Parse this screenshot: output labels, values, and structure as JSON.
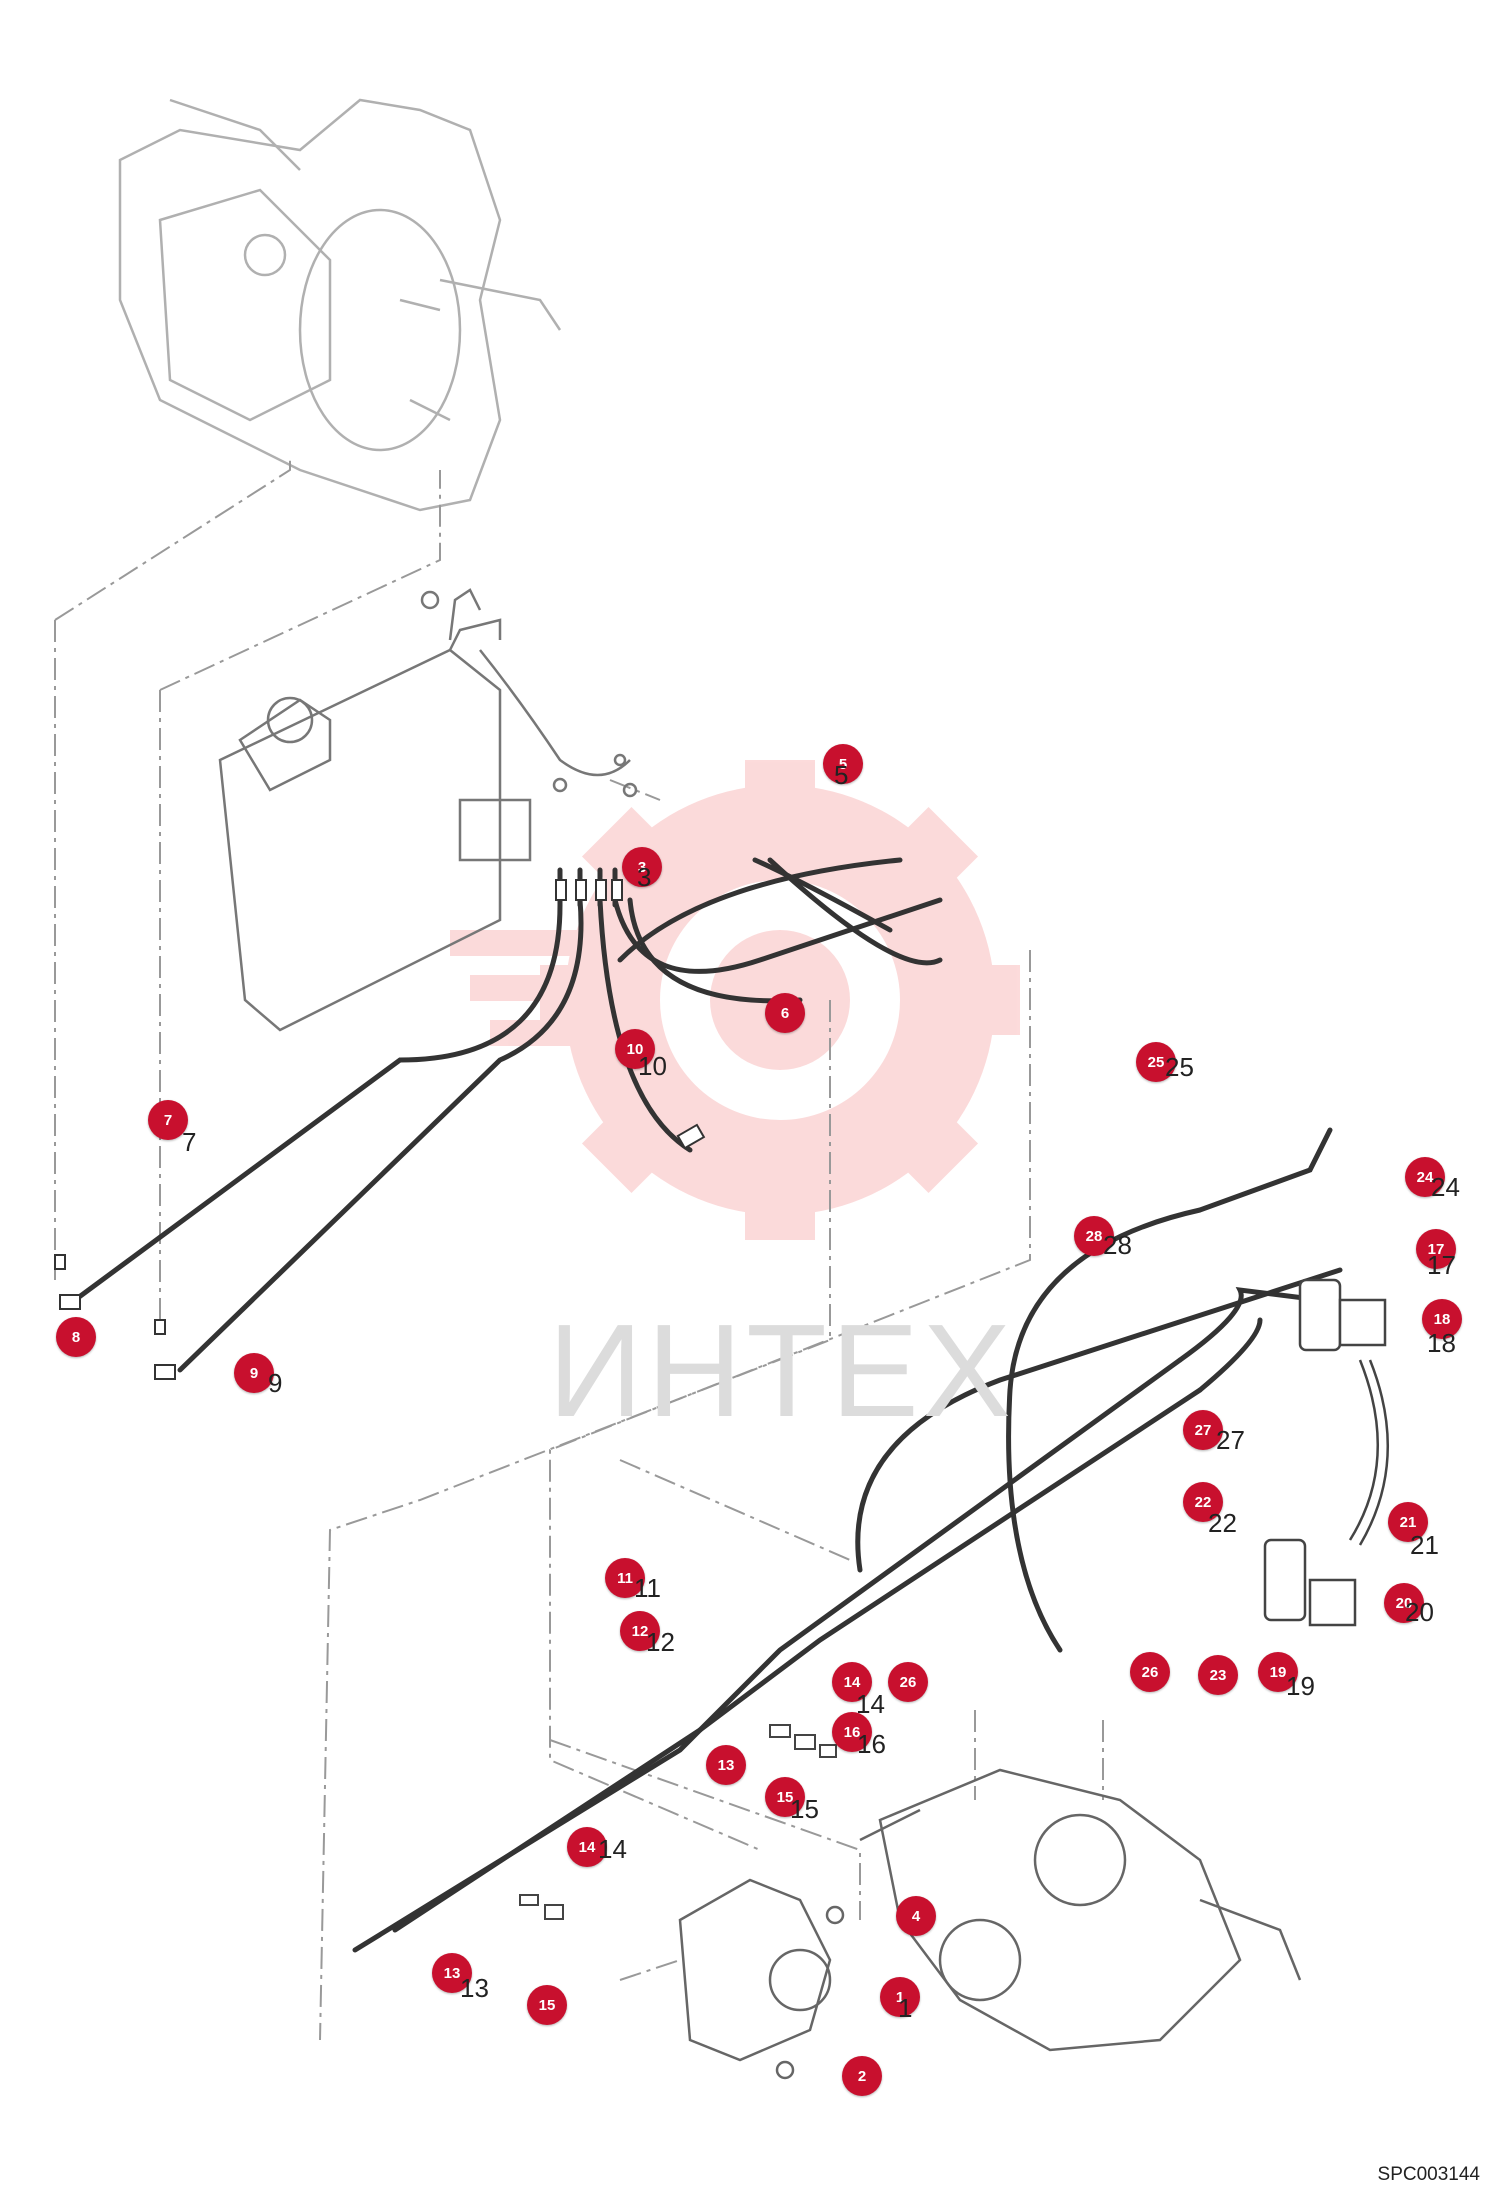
{
  "watermark": {
    "text": "ИНТЕХ",
    "color": "#f05a5a"
  },
  "doc_code": "SPC003144",
  "badge_color": "#c8102e",
  "parts": [
    {
      "id": "1",
      "label": "1"
    },
    {
      "id": "2",
      "label": "2"
    },
    {
      "id": "3",
      "label": "3"
    },
    {
      "id": "4",
      "label": "4"
    },
    {
      "id": "5",
      "label": "5"
    },
    {
      "id": "6",
      "label": "6"
    },
    {
      "id": "7",
      "label": "7"
    },
    {
      "id": "8",
      "label": "8"
    },
    {
      "id": "9",
      "label": "9"
    },
    {
      "id": "10",
      "label": "10"
    },
    {
      "id": "11",
      "label": "11"
    },
    {
      "id": "12",
      "label": "12"
    },
    {
      "id": "13a",
      "label": "13"
    },
    {
      "id": "13b",
      "label": "13"
    },
    {
      "id": "14a",
      "label": "14"
    },
    {
      "id": "14b",
      "label": "14"
    },
    {
      "id": "15a",
      "label": "15"
    },
    {
      "id": "15b",
      "label": "15"
    },
    {
      "id": "16",
      "label": "16"
    },
    {
      "id": "17",
      "label": "17"
    },
    {
      "id": "18",
      "label": "18"
    },
    {
      "id": "19",
      "label": "19"
    },
    {
      "id": "20",
      "label": "20"
    },
    {
      "id": "21",
      "label": "21"
    },
    {
      "id": "22",
      "label": "22"
    },
    {
      "id": "23",
      "label": "23"
    },
    {
      "id": "24",
      "label": "24"
    },
    {
      "id": "25",
      "label": "25"
    },
    {
      "id": "26a",
      "label": "26"
    },
    {
      "id": "26b",
      "label": "26"
    },
    {
      "id": "27",
      "label": "27"
    },
    {
      "id": "28",
      "label": "28"
    }
  ]
}
